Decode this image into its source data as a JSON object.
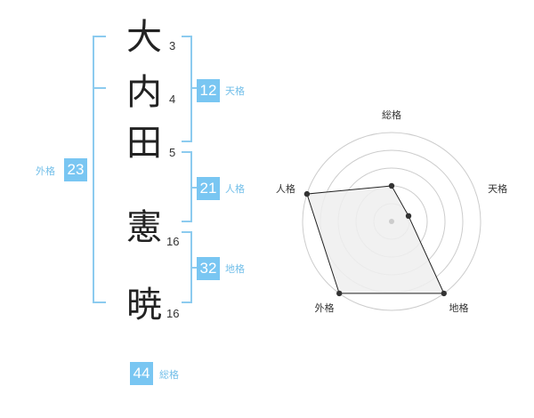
{
  "name_chars": [
    {
      "char": "大",
      "strokes": "3"
    },
    {
      "char": "内",
      "strokes": "4"
    },
    {
      "char": "田",
      "strokes": "5"
    },
    {
      "char": "憲",
      "strokes": "16"
    },
    {
      "char": "暁",
      "strokes": "16"
    }
  ],
  "fortunes": {
    "tenkaku": {
      "value": "12",
      "label": "天格"
    },
    "jinkaku": {
      "value": "21",
      "label": "人格"
    },
    "chikaku": {
      "value": "32",
      "label": "地格"
    },
    "gaikaku": {
      "value": "23",
      "label": "外格"
    },
    "soukaku": {
      "value": "44",
      "label": "総格"
    }
  },
  "colors": {
    "accent": "#79c6f2",
    "bracket": "#8ccbef",
    "radar_fill": "#eeeeee",
    "radar_grid": "#cccccc"
  },
  "chart_data": {
    "type": "radar",
    "axes": [
      "総格",
      "天格",
      "地格",
      "外格",
      "人格"
    ],
    "values": [
      2,
      1,
      5,
      5,
      5
    ],
    "max": 5,
    "rings": 5
  }
}
